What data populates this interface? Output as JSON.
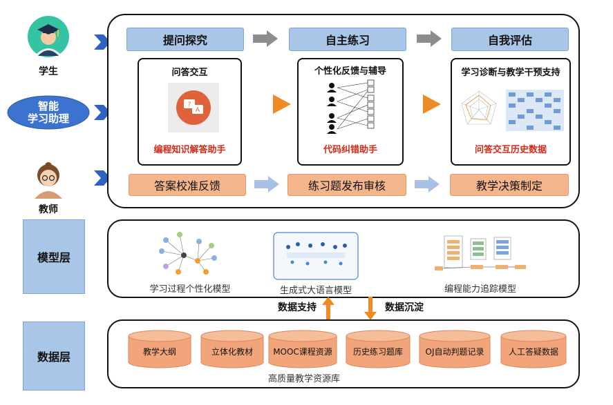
{
  "roles": {
    "student": "学生",
    "assistant": "智能\n学习助理",
    "teacher": "教师"
  },
  "top_flow": {
    "step1": "提问探究",
    "step2": "自主练习",
    "step3": "自我评估"
  },
  "cards": {
    "qa": {
      "title": "问答交互",
      "caption": "编程知识解答助手"
    },
    "feedback": {
      "title": "个性化反馈与辅导",
      "caption": "代码纠错助手"
    },
    "diagnosis": {
      "title": "学习诊断与教学干预支持",
      "caption": "问答交互历史数据"
    }
  },
  "bottom_flow": {
    "step1": "答案校准反馈",
    "step2": "练习题发布审核",
    "step3": "教学决策制定"
  },
  "model_layer": {
    "label": "模型层",
    "models": [
      "学习过程个性化模型",
      "生成式大语言模型",
      "编程能力追踪模型"
    ]
  },
  "arrows": {
    "up": "数据支持",
    "down": "数据沉淀"
  },
  "data_layer": {
    "label": "数据层",
    "resources": [
      "教学大纲",
      "立体化教材",
      "MOOC课程资源",
      "历史练习题库",
      "OJ自动判题记录",
      "人工答疑数据"
    ],
    "caption": "高质量教学资源库"
  },
  "colors": {
    "blue_fill": "#a9c6e8",
    "orange_fill": "#f3b58b",
    "cylinder": "#f2a57a",
    "arrow_gray": "#8c8c8c",
    "arrow_orange": "#f08a24",
    "chevron_blue": "#2e63c4",
    "red_text": "#d42a18"
  }
}
